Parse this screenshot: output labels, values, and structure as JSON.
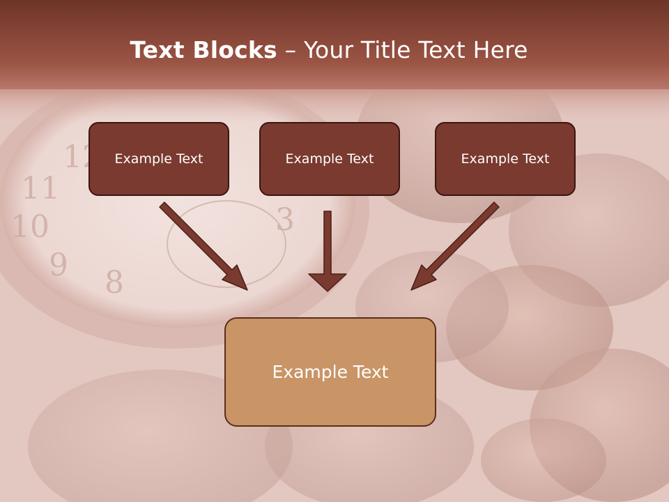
{
  "title": {
    "bold": "Text Blocks",
    "rest": " – Your Title Text Here"
  },
  "blocks": [
    {
      "label": "Example Text"
    },
    {
      "label": "Example Text"
    },
    {
      "label": "Example Text"
    }
  ],
  "target": {
    "label": "Example Text"
  },
  "colors": {
    "header": "#8e4a3c",
    "box_fill": "#7a3a2f",
    "box_border": "#3a1610",
    "target_fill": "#c99466",
    "arrow": "#7a3a2f"
  }
}
